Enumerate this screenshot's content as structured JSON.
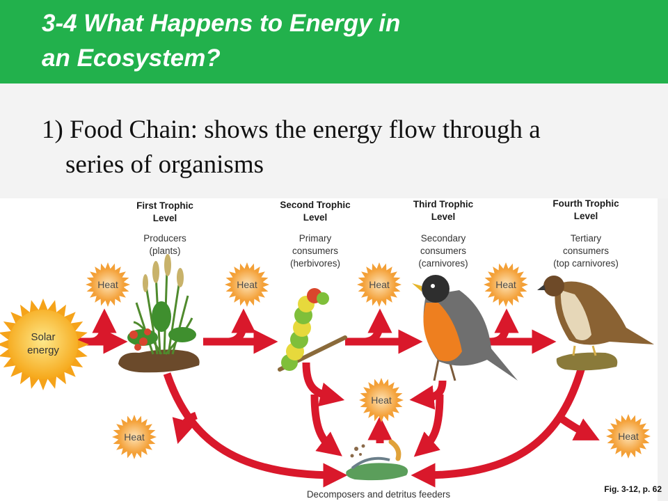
{
  "header": {
    "title_line1": "3-4 What Happens to Energy in",
    "title_line2": "an Ecosystem?"
  },
  "body": {
    "bullet_line1": "1) Food Chain: shows the energy flow through a",
    "bullet_line2": "series of organisms"
  },
  "diagram": {
    "levels": [
      {
        "title1": "First Trophic",
        "title2": "Level",
        "desc1": "Producers",
        "desc2": "(plants)"
      },
      {
        "title1": "Second Trophic",
        "title2": "Level",
        "desc1": "Primary",
        "desc2": "consumers",
        "desc3": "(herbivores)"
      },
      {
        "title1": "Third Trophic",
        "title2": "Level",
        "desc1": "Secondary",
        "desc2": "consumers",
        "desc3": "(carnivores)"
      },
      {
        "title1": "Fourth Trophic",
        "title2": "Level",
        "desc1": "Tertiary",
        "desc2": "consumers",
        "desc3": "(top carnivores)"
      }
    ],
    "solar_line1": "Solar",
    "solar_line2": "energy",
    "heat_label": "Heat",
    "decomposers_label": "Decomposers and detritus feeders",
    "figure_caption": "Fig. 3-12, p. 62",
    "colors": {
      "arrow": "#d9182b",
      "heat": "#f3a037",
      "sun": "#f7b21d",
      "title_band": "#22b14c"
    }
  }
}
